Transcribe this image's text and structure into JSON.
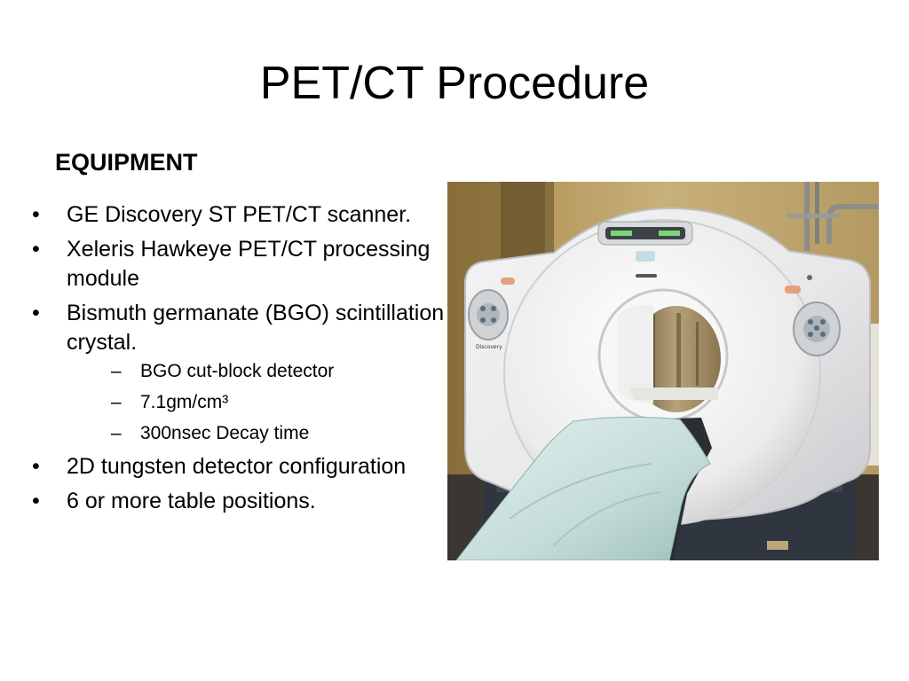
{
  "slide": {
    "title": "PET/CT Procedure",
    "subtitle": "EQUIPMENT",
    "bullets": [
      {
        "text": "GE Discovery ST PET/CT scanner."
      },
      {
        "text": "Xeleris Hawkeye PET/CT processing module"
      },
      {
        "text": "Bismuth germanate (BGO) scintillation crystal.",
        "subs": [
          "BGO cut-block detector",
          "7.1gm/cm³",
          "300nsec Decay time"
        ]
      },
      {
        "text": "2D tungsten detector configuration"
      },
      {
        "text": "6 or more table positions."
      }
    ],
    "image": {
      "icon": "pet-ct-scanner-photo",
      "brand_text": "Discovery"
    }
  }
}
